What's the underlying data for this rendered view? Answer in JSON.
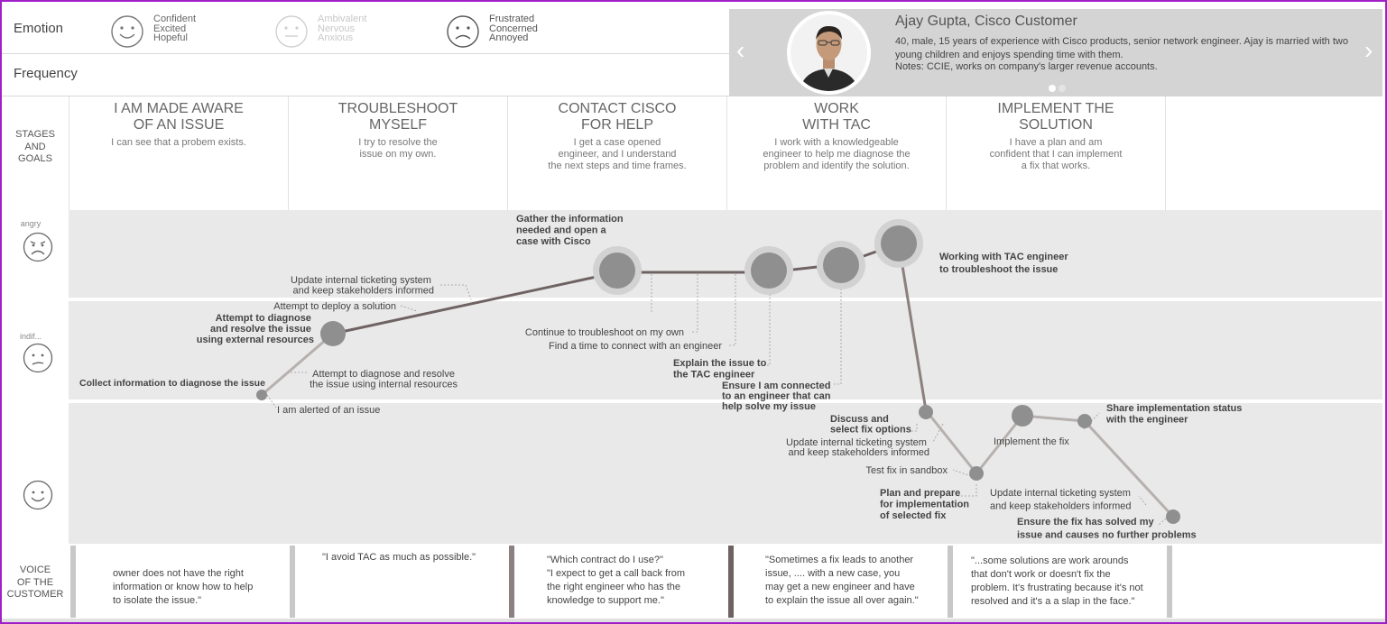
{
  "legend": {
    "emotion_label": "Emotion",
    "frequency_label": "Frequency",
    "groups": [
      {
        "words": [
          "Confident",
          "Excited",
          "Hopeful"
        ],
        "face": "smile-icon"
      },
      {
        "words": [
          "Ambivalent",
          "Nervous",
          "Anxious"
        ],
        "face": "neutral-face-icon"
      },
      {
        "words": [
          "Frustrated",
          "Concerned",
          "Annoyed"
        ],
        "face": "frown-icon"
      }
    ]
  },
  "persona": {
    "name": "Ajay Gupta, Cisco Customer",
    "description": "40, male, 15 years of experience with Cisco products, senior network engineer. Ajay is married with two young children and enjoys spending time with them.",
    "notes": "Notes: CCIE, works on company's larger revenue accounts.",
    "prev_arrow": "‹",
    "next_arrow": "›"
  },
  "stages_label": [
    "STAGES",
    "AND",
    "GOALS"
  ],
  "stages": [
    {
      "title": [
        "I AM MADE AWARE",
        "OF AN ISSUE"
      ],
      "goal": [
        "I can see that a probem exists."
      ]
    },
    {
      "title": [
        "TROUBLESHOOT",
        "MYSELF"
      ],
      "goal": [
        "I try to resolve the",
        "issue on my own."
      ]
    },
    {
      "title": [
        "CONTACT CISCO",
        "FOR HELP"
      ],
      "goal": [
        "I get a case opened",
        "engineer, and I understand",
        "the next steps and time frames."
      ]
    },
    {
      "title": [
        "WORK",
        "WITH TAC"
      ],
      "goal": [
        "I work with a knowledgeable",
        "engineer to help me diagnose the",
        "problem and identify the solution."
      ]
    },
    {
      "title": [
        "IMPLEMENT THE",
        "SOLUTION"
      ],
      "goal": [
        "I have a plan and am",
        "confident that I can implement",
        "a fix that works."
      ]
    },
    {
      "title": [],
      "goal": []
    }
  ],
  "emotion_rows": {
    "angry": "angry",
    "indifferent": "indif...",
    "happy": ""
  },
  "journey_labels": {
    "gather": [
      "Gather the information",
      "needed and open a",
      "case with Cisco"
    ],
    "working_tac": [
      "Working with TAC engineer",
      "to troubleshoot the issue"
    ],
    "update1": [
      "Update internal ticketing system",
      "and keep stakeholders informed"
    ],
    "deploy": "Attempt to deploy a solution",
    "external": [
      "Attempt to diagnose",
      "and resolve the issue",
      "using external resources"
    ],
    "collect": "Collect information to diagnose the issue",
    "internal": [
      "Attempt to diagnose and resolve",
      "the issue using internal resources"
    ],
    "alerted": "I am alerted of an issue",
    "continue": "Continue to troubleshoot on my own",
    "find_time": "Find a time to connect with an engineer",
    "explain": [
      "Explain the issue to",
      "the TAC engineer"
    ],
    "ensure_connected": [
      "Ensure I am connected",
      "to an engineer that can",
      "help solve my issue"
    ],
    "discuss": [
      "Discuss and",
      "select fix options"
    ],
    "update2": [
      "Update internal ticketing system",
      "and keep stakeholders informed"
    ],
    "test": "Test fix in sandbox",
    "plan": [
      "Plan and prepare",
      "for implementation",
      "of selected fix"
    ],
    "implement": "Implement the fix",
    "share": [
      "Share implementation status",
      "with the engineer"
    ],
    "update3": [
      "Update internal ticketing system",
      "and keep stakeholders informed"
    ],
    "ensure_fix": [
      "Ensure the fix has solved my",
      "issue and causes no further problems"
    ]
  },
  "voc_label": [
    "VOICE",
    "OF THE",
    "CUSTOMER"
  ],
  "voc": [
    [
      "owner does not have the right",
      "information or know how to help",
      "to isolate the issue.\""
    ],
    [
      "\"I avoid TAC as much as possible.\""
    ],
    [
      "\"Which contract do I use?\"",
      "\"I expect to get a call back from",
      "the right engineer who has the",
      "knowledge to support me.\""
    ],
    [
      "\"Sometimes a fix leads to another",
      "issue, .... with a new case, you",
      "may get a new engineer and have",
      "to explain the issue all over again.\""
    ],
    [
      "\"...some solutions are work arounds",
      "that don't work or doesn't fix the",
      "problem. It's frustrating because it's not",
      "resolved and it's a a slap in the face.\""
    ]
  ],
  "colors": {
    "band": "#e9e9e9",
    "persona_bg": "#d4d4d4",
    "line_dark": "#6f6262",
    "line_light": "#b6b0ae",
    "node": "#8f8f8f"
  }
}
